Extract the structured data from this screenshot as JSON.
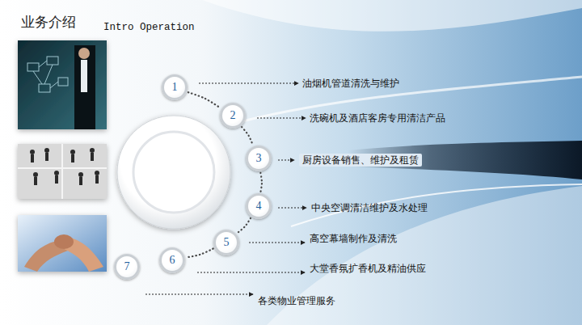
{
  "diagram": {
    "title": "业务介绍",
    "nodes": [
      {
        "text": [
          "1"
        ]
      },
      {
        "text": [
          "2"
        ]
      },
      {
        "text": [
          "3"
        ]
      },
      {
        "text": [
          "4"
        ]
      },
      {
        "text": [
          "5"
        ]
      },
      {
        "text": [
          "6"
        ]
      },
      {
        "text": [
          "7"
        ]
      }
    ],
    "edges": [
      {
        "from": 0,
        "to": 1,
        "arrow": "none"
      },
      {
        "from": 1,
        "to": 2,
        "arrow": "none"
      },
      {
        "from": 2,
        "to": 3,
        "arrow": "none"
      },
      {
        "from": 3,
        "to": 4,
        "arrow": "none"
      },
      {
        "from": 4,
        "to": 5,
        "arrow": "none"
      }
    ],
    "labels": [
      "Intro Operation",
      "油烟机管道清洗与维护",
      "洗碗机及酒店客房专用清洁产品",
      "厨房设备销售、维护及租赁",
      "中央空调清洁维护及水处理",
      "高空幕墙制作及清洗",
      "大堂香氛扩香机及精油供应",
      "各类物业管理服务"
    ]
  }
}
